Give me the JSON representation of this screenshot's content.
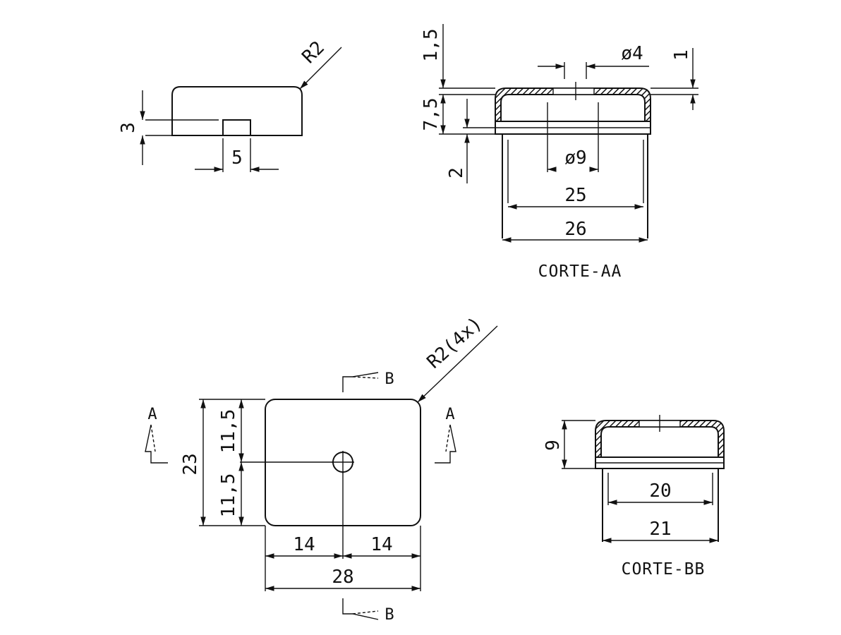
{
  "side_view": {
    "radius": "R2",
    "height": "3",
    "notch_width": "5"
  },
  "section_aa": {
    "title": "CORTE-AA",
    "dim_top_gap": "1,5",
    "dim_hole": "ø4",
    "dim_wall": "1",
    "dim_height": "7,5",
    "dim_lip": "2",
    "dim_boss": "ø9",
    "dim_inner": "25",
    "dim_outer": "26"
  },
  "top_view": {
    "radius": "R2(4x)",
    "height_total": "23",
    "half_height_top": "11,5",
    "half_height_bottom": "11,5",
    "half_width_left": "14",
    "half_width_right": "14",
    "width_total": "28",
    "section_a_label_left": "A",
    "section_a_label_right": "A",
    "section_b_label_top": "B",
    "section_b_label_bottom": "B"
  },
  "section_bb": {
    "title": "CORTE-BB",
    "dim_height": "9",
    "dim_inner": "20",
    "dim_outer": "21"
  }
}
